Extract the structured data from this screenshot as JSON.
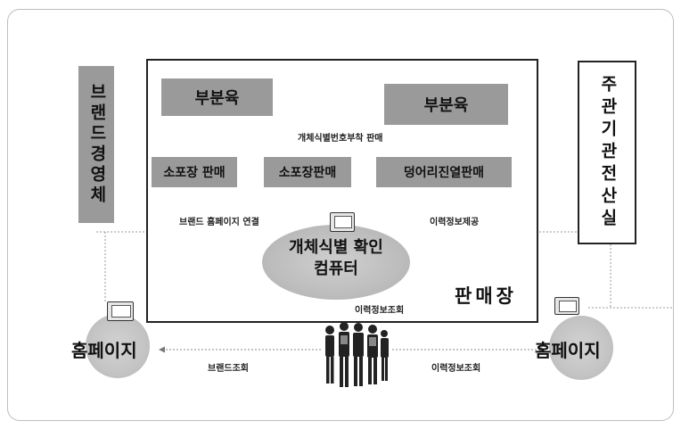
{
  "brand_org": "브랜드경영체",
  "central_computing": "주관기관전산실",
  "primal_cut_left": "부분육",
  "primal_cut_right": "부분육",
  "small_pack_sale_1": "소포장 판매",
  "small_pack_sale_2": "소포장판매",
  "bulk_sale": "덩어리진열판매",
  "id_number_label": "개체식별번호부착 판매",
  "brand_homepage_link": "브랜드 홈페이지 연결",
  "history_provide": "이력정보제공",
  "id_computer_line1": "개체식별 확인",
  "id_computer_line2": "컴퓨터",
  "store_label": "판매장",
  "history_lookup_up": "이력정보조회",
  "homepage_left": "홈페이지",
  "homepage_right": "홈페이지",
  "brand_lookup": "브랜드조회",
  "history_lookup_right": "이력정보조회"
}
